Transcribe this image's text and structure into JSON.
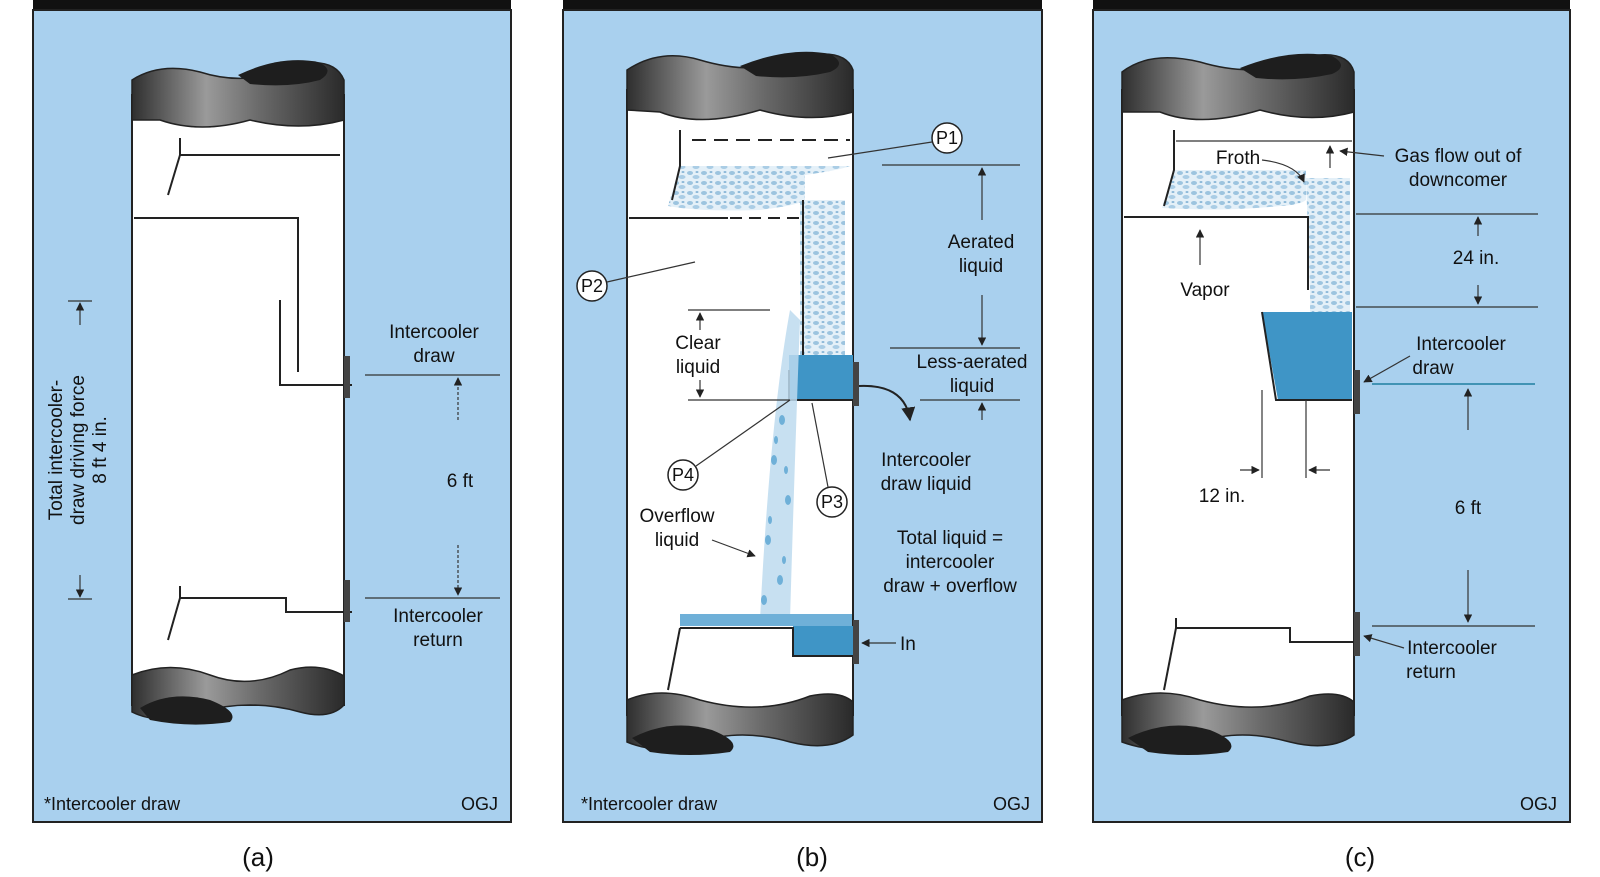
{
  "panel_a": {
    "vertical_label_1": "Total intercooler-",
    "vertical_label_2": "draw driving force",
    "vertical_label_3": "8 ft 4 in.",
    "draw_label_1": "Intercooler",
    "draw_label_2": "draw",
    "dist": "6 ft",
    "return_label_1": "Intercooler",
    "return_label_2": "return",
    "footnote": "*Intercooler draw",
    "credit": "OGJ",
    "caption": "(a)"
  },
  "panel_b": {
    "p1": "P1",
    "p2": "P2",
    "p3": "P3",
    "p4": "P4",
    "aerated_1": "Aerated",
    "aerated_2": "liquid",
    "clear_1": "Clear",
    "clear_2": "liquid",
    "less_aerated_1": "Less-aerated",
    "less_aerated_2": "liquid",
    "draw_liquid_1": "Intercooler",
    "draw_liquid_2": "draw liquid",
    "overflow_1": "Overflow",
    "overflow_2": "liquid",
    "total_1": "Total liquid =",
    "total_2": "intercooler",
    "total_3": "draw + overflow",
    "in_label": "In",
    "footnote": "*Intercooler draw",
    "credit": "OGJ",
    "caption": "(b)"
  },
  "panel_c": {
    "froth": "Froth",
    "gas_1": "Gas flow out of",
    "gas_2": "downcomer",
    "dist_24": "24 in.",
    "vapor": "Vapor",
    "draw_1": "Intercooler",
    "draw_2": "draw",
    "dist_12": "12 in.",
    "dist_6": "6 ft",
    "return_1": "Intercooler",
    "return_2": "return",
    "credit": "OGJ",
    "caption": "(c)"
  },
  "colors": {
    "panel_bg": "#a9d0ee",
    "liquid": "#3f95c6",
    "froth": "#b9d7ea",
    "pipe_dark": "#5c5c5c"
  }
}
